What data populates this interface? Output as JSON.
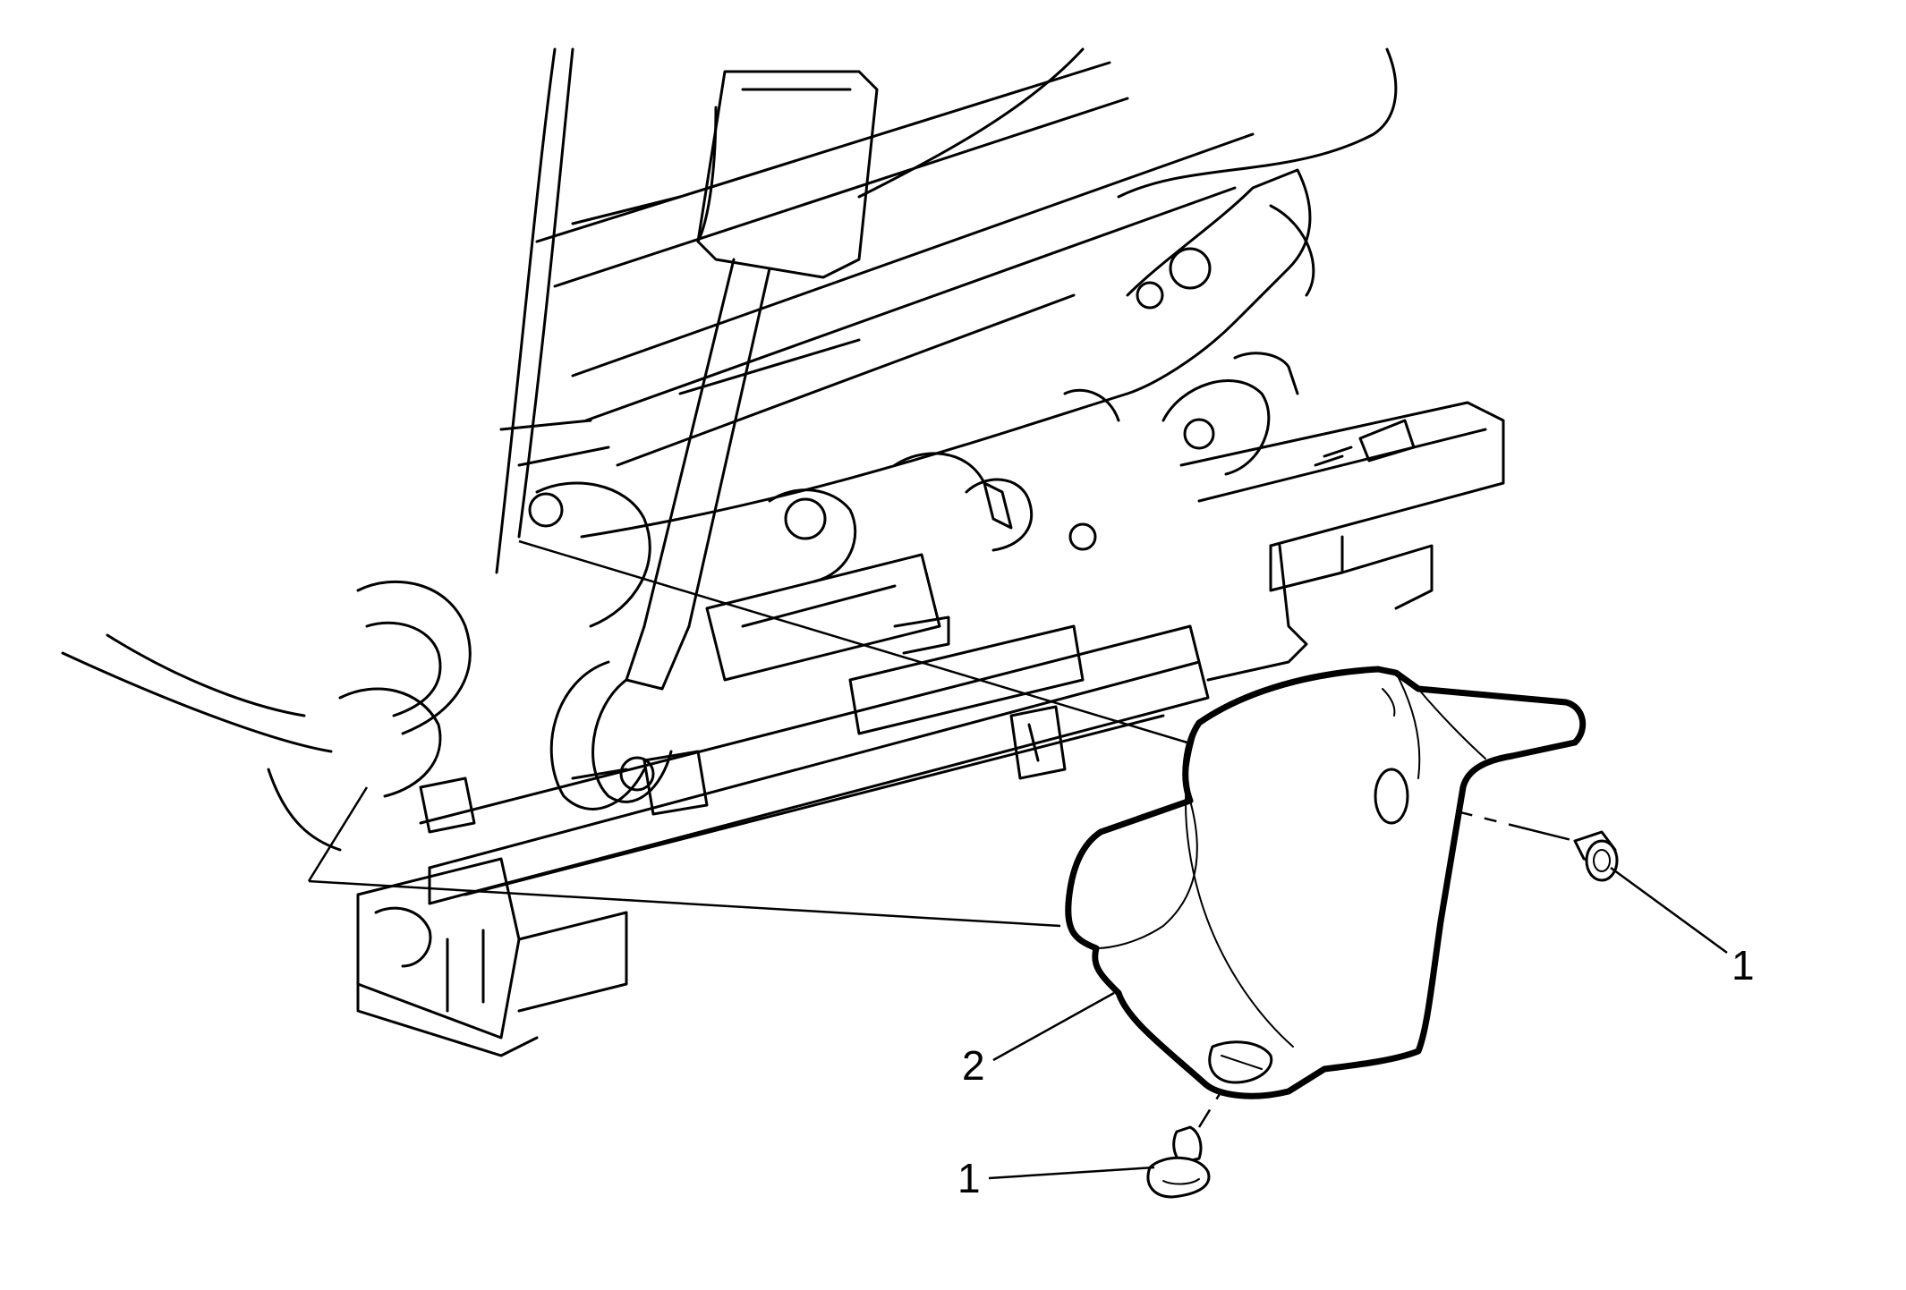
{
  "callouts": [
    {
      "label": "1"
    },
    {
      "label": "1"
    },
    {
      "label": "2"
    }
  ],
  "colors": {
    "line": "#000000",
    "background": "#ffffff"
  }
}
